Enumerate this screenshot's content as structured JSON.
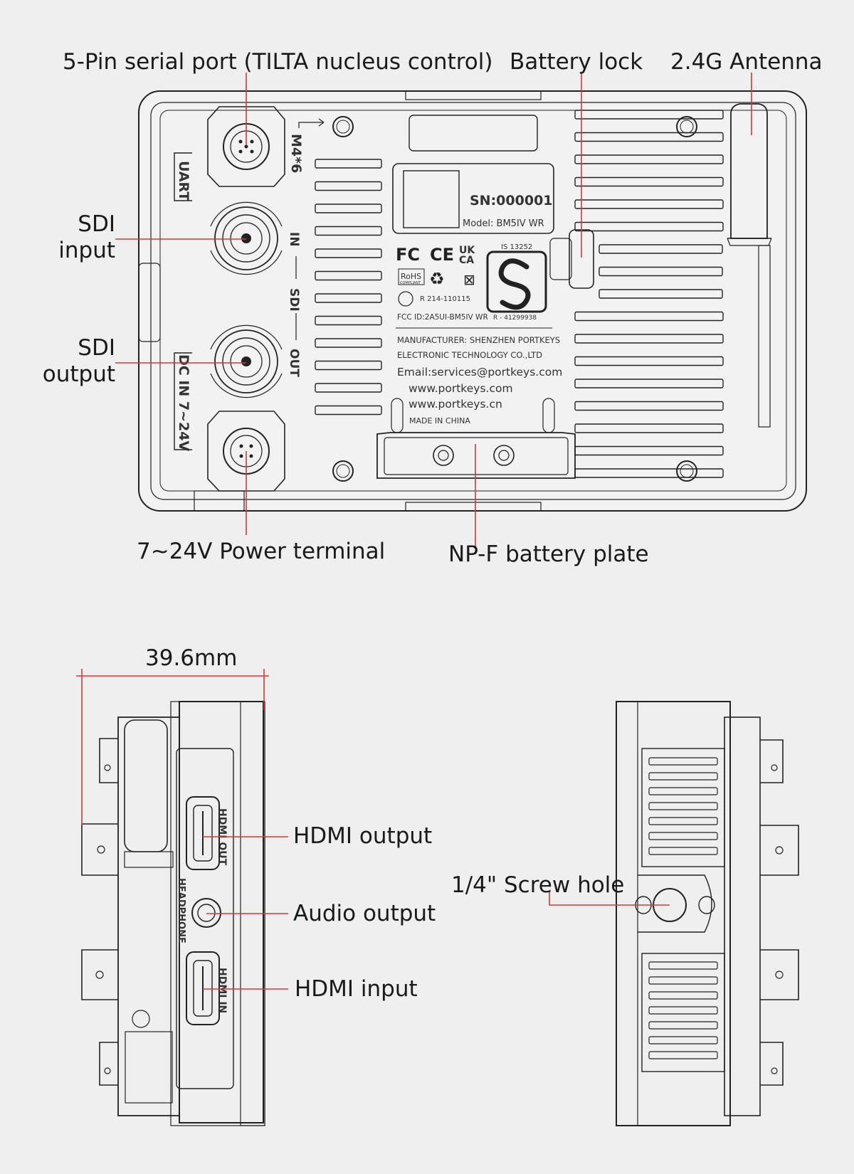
{
  "callouts": {
    "uart_port": "5-Pin serial port (TILTA nucleus control)",
    "battery_lock": "Battery lock",
    "antenna": "2.4G Antenna",
    "sdi_input_1": "SDI",
    "sdi_input_2": "input",
    "sdi_output_1": "SDI",
    "sdi_output_2": "output",
    "power_terminal": "7~24V Power terminal",
    "npf_plate": "NP-F battery plate",
    "dimension": "39.6mm",
    "hdmi_output": "HDMI output",
    "audio_output": "Audio output",
    "hdmi_input": "HDMI input",
    "screw_hole": "1/4\" Screw hole"
  },
  "device_labels": {
    "uart": "UART",
    "m4": "M4*6",
    "sdi_in": "IN",
    "sdi": "SDI",
    "sdi_out": "OUT",
    "dc_in": "DC IN 7~24V",
    "hdmi_out": "HDMI OUT",
    "headphone": "HEADPHONE",
    "hdmi_in": "HDMI IN"
  },
  "nameplate": {
    "sn": "SN:000001",
    "model": "Model: BM5IV WR",
    "is_code": "IS 13252",
    "uk": "UK",
    "ca": "CA",
    "rohs": "RoHS",
    "rohs_sub": "COMPLIANT",
    "r_code": "R 214-110115",
    "fcc_id": "FCC ID:2A5UI-BM5IV WR",
    "r_number": "R - 41299938",
    "manufacturer_1": "MANUFACTURER: SHENZHEN PORTKEYS",
    "manufacturer_2": "ELECTRONIC TECHNOLOGY CO.,LTD",
    "email": "Email:services@portkeys.com",
    "web_1": "www.portkeys.com",
    "web_2": "www.portkeys.cn",
    "made_in": "MADE IN CHINA"
  },
  "colors": {
    "background": "#efefef",
    "line": "#222222",
    "leader": "#d23a3a",
    "text": "#1a1a1a"
  }
}
